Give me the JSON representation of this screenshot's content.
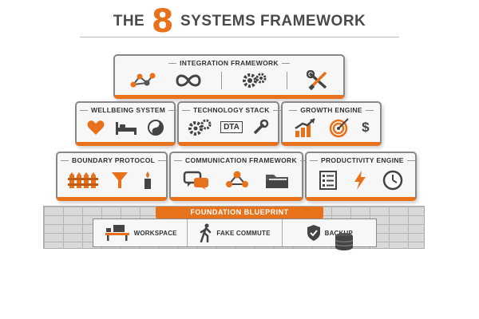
{
  "title": {
    "prefix": "THE",
    "number": "8",
    "suffix": "SYSTEMS FRAMEWORK"
  },
  "accent_color": "#e8721c",
  "levels": {
    "top": {
      "label": "INTEGRATION FRAMEWORK",
      "icons": [
        "network-nodes-icon",
        "infinity-icon",
        "gears-icon",
        "wrench-screwdriver-icon"
      ]
    },
    "upper": [
      {
        "label": "WELLBEING SYSTEM",
        "icons": [
          "heart-icon",
          "bed-icon",
          "yin-yang-icon"
        ]
      },
      {
        "label": "TECHNOLOGY STACK",
        "icons": [
          "gears-icon",
          "data-tag-icon",
          "wrench-icon"
        ],
        "data_text": "DTA"
      },
      {
        "label": "GROWTH ENGINE",
        "icons": [
          "bar-growth-icon",
          "target-icon",
          "dollar-icon"
        ],
        "dollar_text": "$"
      }
    ],
    "middle": [
      {
        "label": "BOUNDARY PROTOCOL",
        "icons": [
          "fence-icon",
          "funnel-icon",
          "candle-icon"
        ]
      },
      {
        "label": "COMMUNICATION FRAMEWORK",
        "icons": [
          "speech-bubbles-icon",
          "network-icon",
          "folder-icon"
        ]
      },
      {
        "label": "PRODUCTIVITY ENGINE",
        "icons": [
          "checklist-icon",
          "lightning-icon",
          "clock-icon"
        ]
      }
    ],
    "foundation": {
      "label": "FOUNDATION BLUEPRINT",
      "items": [
        {
          "label": "WORKSPACE",
          "icon": "desk-icon"
        },
        {
          "label": "FAKE COMMUTE",
          "icon": "walking-person-icon"
        },
        {
          "label": "BACKUP",
          "icon": "shield-database-icon"
        }
      ]
    }
  }
}
